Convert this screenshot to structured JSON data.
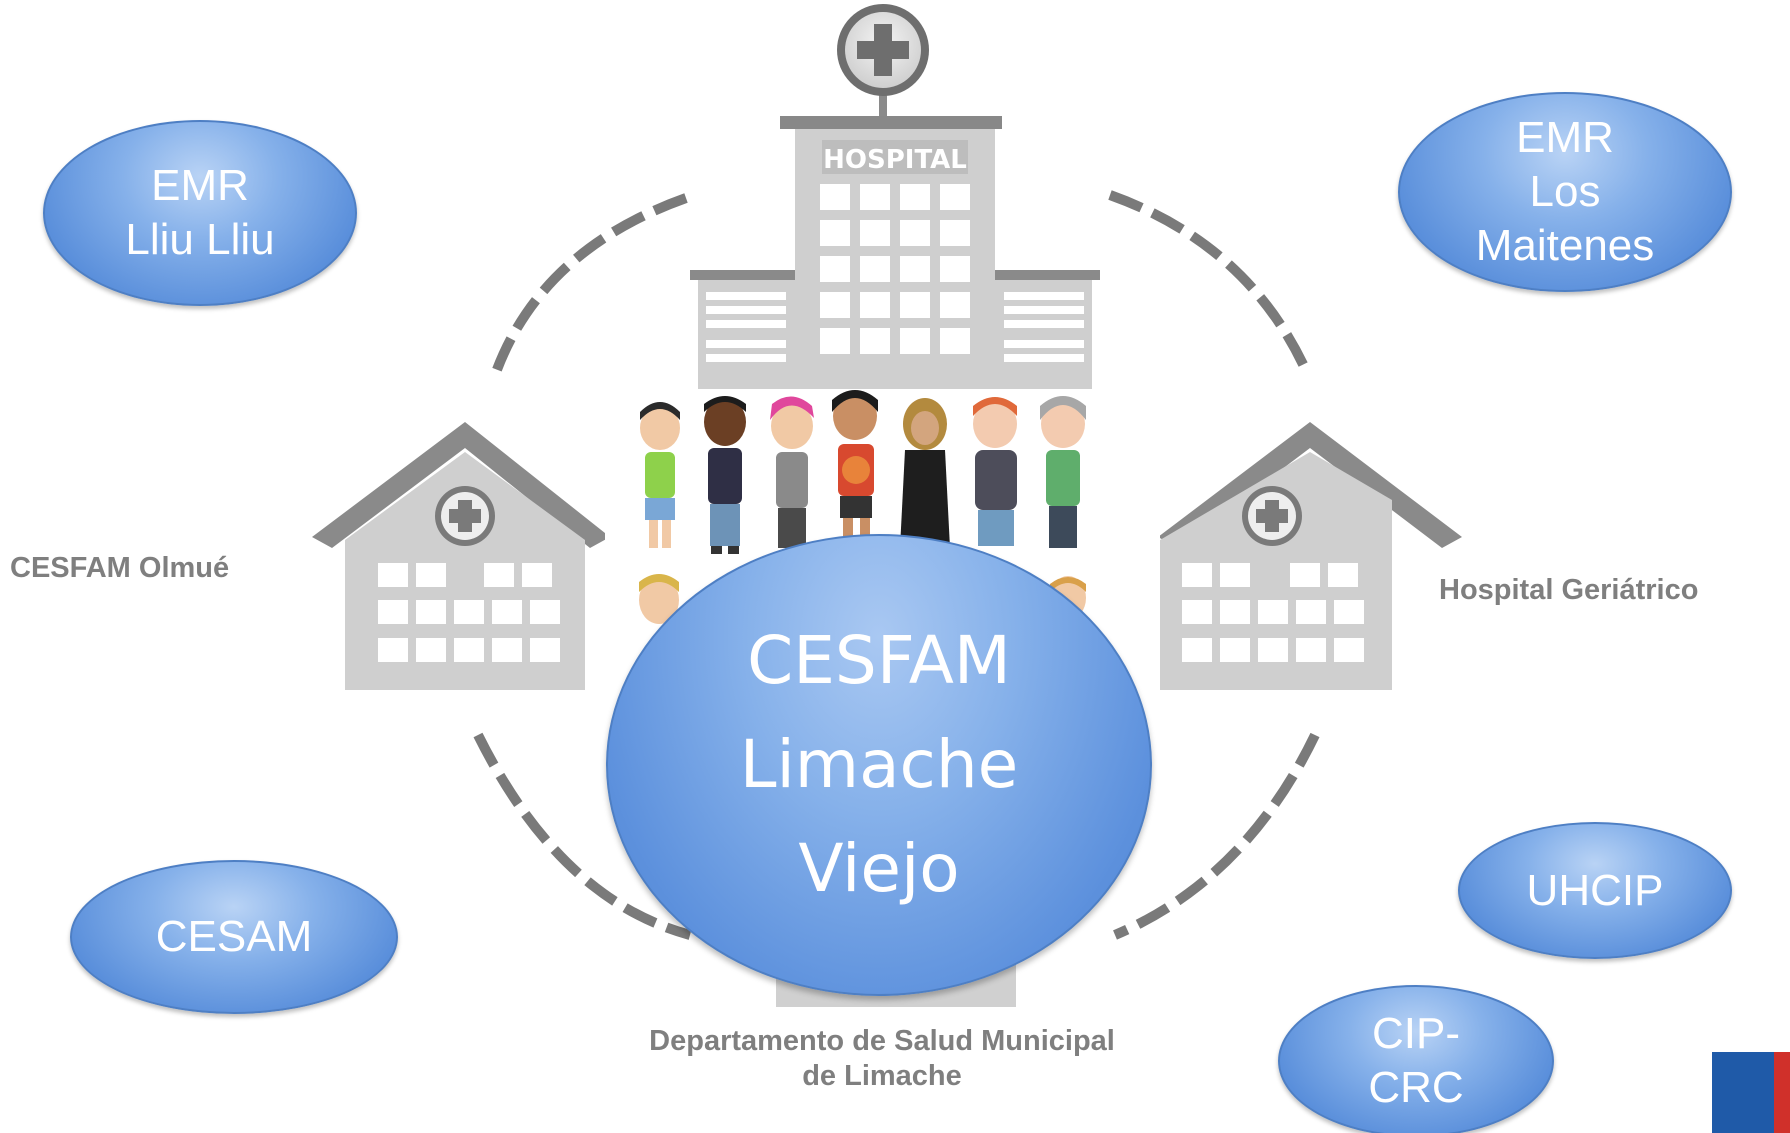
{
  "diagram": {
    "center": {
      "text": "CESFAM\nLimache\nViejo"
    },
    "nodes": [
      {
        "id": "emr-lliu-lliu",
        "text": "EMR\nLliu Lliu"
      },
      {
        "id": "emr-los-maitenes",
        "text": "EMR\nLos\nMaitenes"
      },
      {
        "id": "cesam",
        "text": "CESAM"
      },
      {
        "id": "uhcip",
        "text": "UHCIP"
      },
      {
        "id": "cip-crc",
        "text": "CIP-\nCRC"
      }
    ],
    "labels": {
      "cesfam_olmue": "CESFAM Olmué",
      "hospital_geriatrico": "Hospital Geriátrico",
      "departamento": "Departamento de Salud Municipal\nde Limache"
    },
    "hospital_sign": "HOSPITAL"
  },
  "icons": [
    "hospital-building-icon",
    "clinic-left-icon",
    "clinic-right-icon",
    "people-group-icon",
    "medical-cross-icon",
    "government-logo-icon"
  ],
  "colors": {
    "bubble_fill": "#6f9fe2",
    "bubble_border": "#4e7fc4",
    "label_gray": "#7f7f7f",
    "building_gray": "#c4c4c4",
    "logo_blue": "#1f5aa8",
    "logo_red": "#d0302a"
  }
}
